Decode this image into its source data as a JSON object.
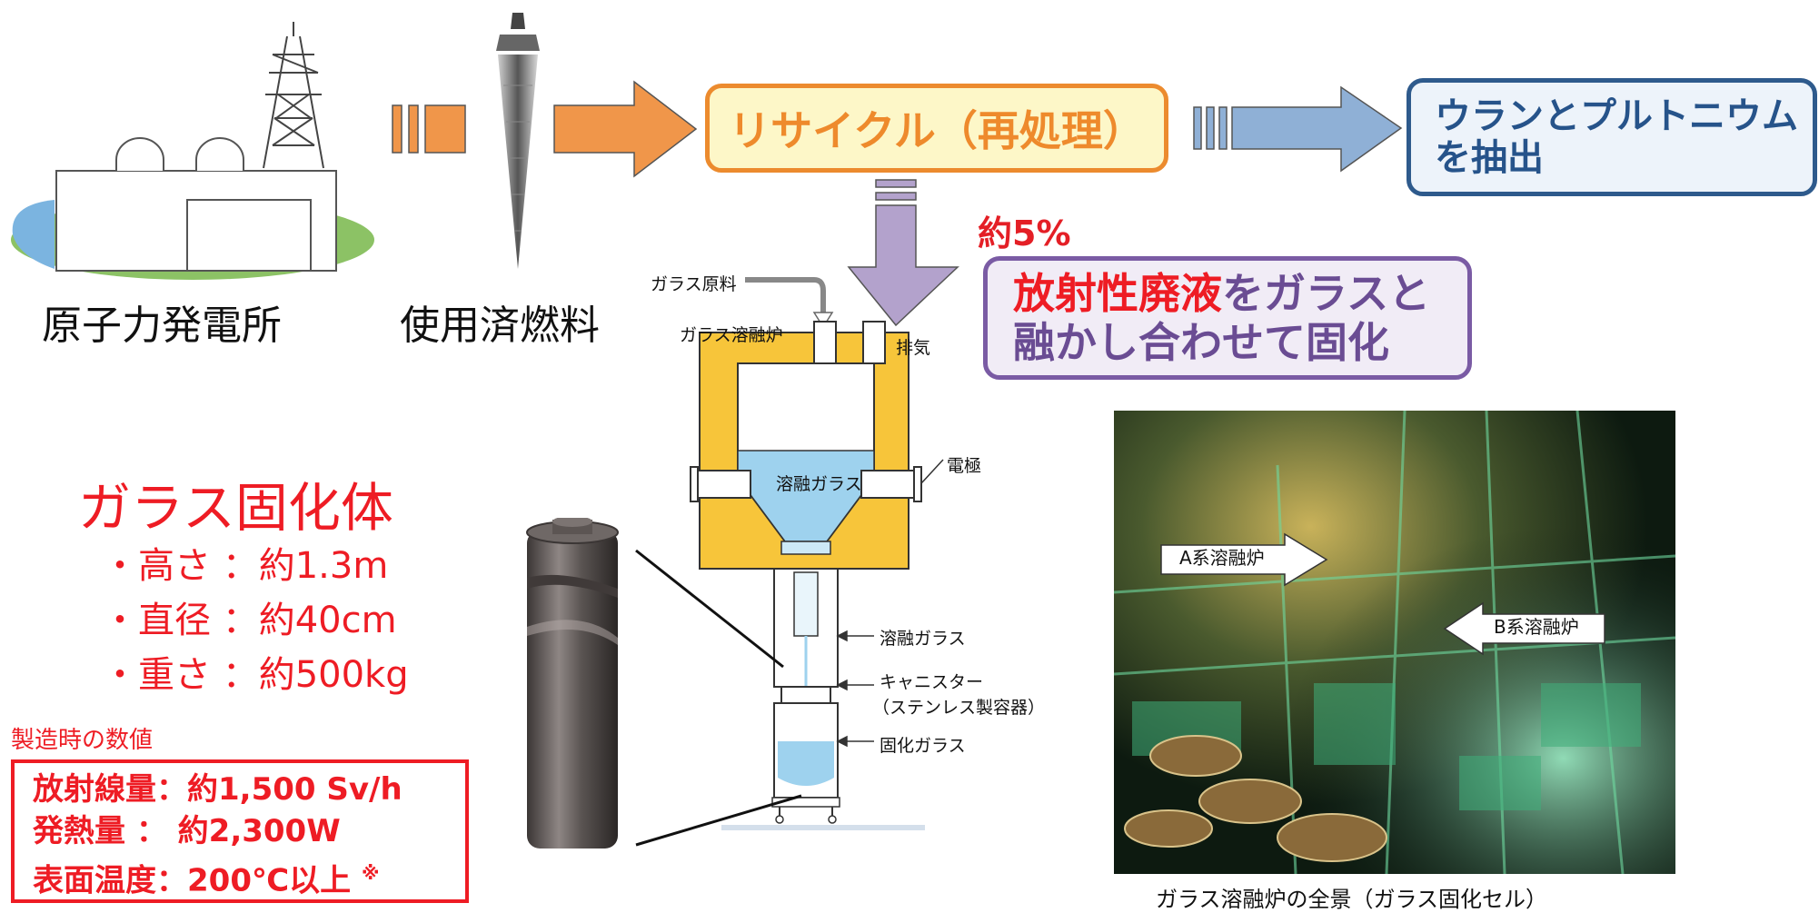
{
  "labels": {
    "plant": "原子力発電所",
    "spent_fuel": "使用済燃料"
  },
  "recycle_box": "リサイクル（再処理）",
  "extract_box": {
    "line1": "ウランとプルトニウム",
    "line2": "を抽出"
  },
  "percent": "約5%",
  "vitrify_box": {
    "red_text": "放射性廃液",
    "rest_line1": "をガラスと",
    "line2": "融かし合わせて固化"
  },
  "diagram": {
    "raw_material": "ガラス原料",
    "furnace": "ガラス溶融炉",
    "exhaust": "排気",
    "molten_glass_inner": "溶融ガラス",
    "electrode": "電極",
    "molten_glass": "溶融ガラス",
    "canister": "キャニスター",
    "canister_sub": "（ステンレス製容器）",
    "solid_glass": "固化ガラス"
  },
  "glass_body": {
    "title": "ガラス固化体",
    "height": "・高さ ：約1.3m",
    "diameter": "・直径 ：約40cm",
    "weight": "・重さ ：約500kg"
  },
  "manufacture_label": "製造時の数値",
  "values": {
    "radiation": "放射線量：約1,500 Sv/h",
    "heat": "発熱量 ： 約2,300W",
    "surface_temp": "表面温度：200℃以上 ",
    "note_mark": "※"
  },
  "photo": {
    "a_furnace": "A系溶融炉",
    "b_furnace": "B系溶融炉",
    "caption": "ガラス溶融炉の全景（ガラス固化セル）"
  },
  "colors": {
    "orange_arrow": "#f0964a",
    "blue_arrow": "#8fb0d6",
    "purple_arrow": "#b3a2cc",
    "furnace_yellow": "#f7c53a",
    "glass_blue": "#9ed2ee",
    "red_text": "#ee1c24"
  }
}
